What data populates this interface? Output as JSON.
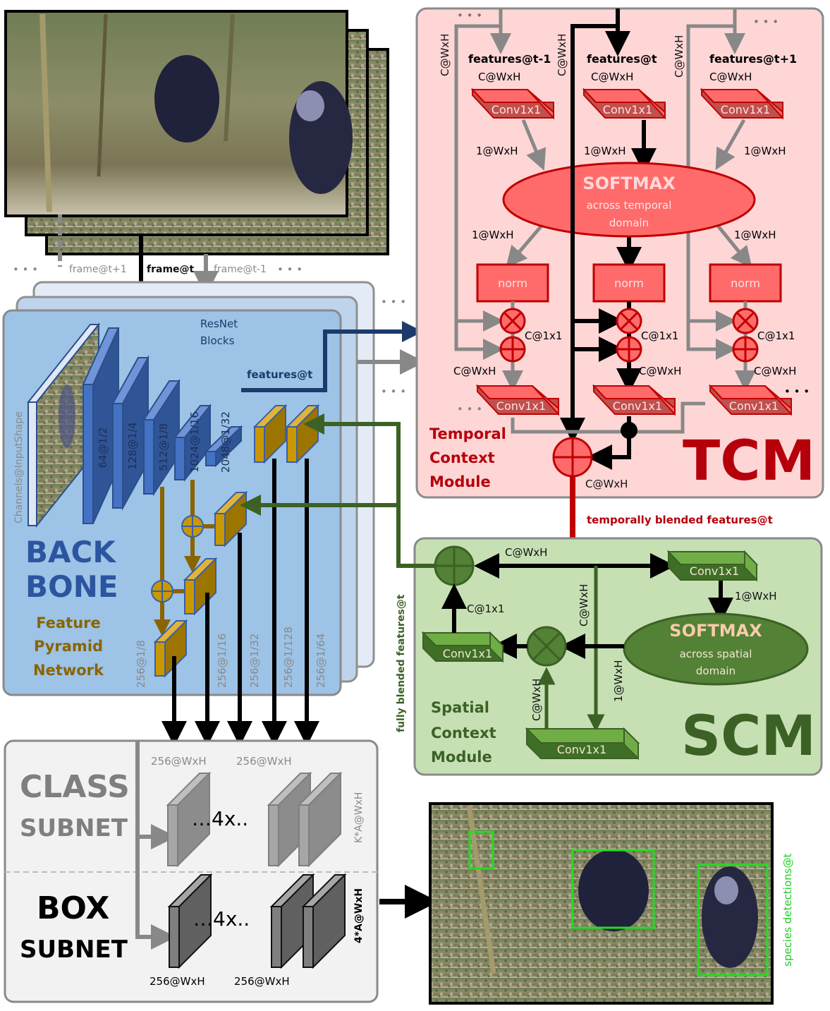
{
  "figure": {
    "input_frames": {
      "labels": [
        "frame@t+1",
        "frame@t",
        "frame@t-1"
      ],
      "ellipsis": "• • •"
    },
    "backbone": {
      "title_line1": "BACK",
      "title_line2": "BONE",
      "input_label": "Channels@InputShape",
      "resnet_label_line1": "ResNet",
      "resnet_label_line2": "Blocks",
      "resnet_blocks": [
        "64@1/2",
        "128@1/4",
        "512@1/8",
        "1024@1/16",
        "2048@1/32"
      ],
      "features_label": "features@t",
      "fpn_title": [
        "Feature",
        "Pyramid",
        "Network"
      ],
      "fpn_outputs": [
        "256@1/8",
        "256@1/16",
        "256@1/32",
        "256@1/128",
        "256@1/64"
      ],
      "ellipsis": "• • •"
    },
    "tcm": {
      "title": "TCM",
      "name_lines": [
        "Temporal",
        "Context",
        "Module"
      ],
      "columns": [
        {
          "features": "features@t-1",
          "shape": "C@WxH",
          "conv": "Conv1x1",
          "weight_in": "1@WxH",
          "weight_out": "1@WxH",
          "norm": "norm",
          "mul_shape": "C@1x1",
          "add_shape": "C@WxH",
          "out_conv": "Conv1x1"
        },
        {
          "features": "features@t",
          "shape": "C@WxH",
          "conv": "Conv1x1",
          "weight_in": "1@WxH",
          "norm": "norm",
          "mul_shape": "C@1x1",
          "add_shape": "C@WxH",
          "out_conv": "Conv1x1"
        },
        {
          "features": "features@t+1",
          "shape": "C@WxH",
          "conv": "Conv1x1",
          "weight_in": "1@WxH",
          "weight_out": "1@WxH",
          "norm": "norm",
          "mul_shape": "C@1x1",
          "add_shape": "C@WxH",
          "out_conv": "Conv1x1"
        }
      ],
      "side_shapes": [
        "C@WxH",
        "C@WxH",
        "C@WxH"
      ],
      "softmax_title": "SOFTMAX",
      "softmax_sub1": "across temporal",
      "softmax_sub2": "domain",
      "output_shape": "C@WxH",
      "ellipsis": "• • •"
    },
    "tcm_output_label": "temporally blended features@t",
    "scm": {
      "title": "SCM",
      "name_lines": [
        "Spatial",
        "Context",
        "Module"
      ],
      "top_shape": "C@WxH",
      "conv_top": "Conv1x1",
      "weight_shape": "1@WxH",
      "softmax_title": "SOFTMAX",
      "softmax_sub1": "across spatial",
      "softmax_sub2": "domain",
      "vertical_shape": "C@WxH",
      "weight_shape_vertical": "1@WxH",
      "conv_bottom": "Conv1x1",
      "mul_in_shape": "C@WxH",
      "conv_left": "Conv1x1",
      "left_shape": "C@1x1"
    },
    "scm_output_label": "fully blended features@t",
    "class_subnet": {
      "title_line1": "CLASS",
      "title_line2": "SUBNET",
      "top_labels": [
        "256@WxH",
        "256@WxH"
      ],
      "repeat_label": "…4x..",
      "output_label": "K*A@WxH"
    },
    "box_subnet": {
      "title_line1": "BOX",
      "title_line2": "SUBNET",
      "bottom_labels": [
        "256@WxH",
        "256@WxH"
      ],
      "repeat_label": "…4x..",
      "output_label": "4*A@WxH"
    },
    "output": {
      "label": "species detections@t",
      "detections": 3
    },
    "colors": {
      "tcm_bg": "#ffd6d6",
      "tcm_accent": "#c00000",
      "scm_bg": "#c6e0b4",
      "scm_accent": "#3c6125",
      "backbone_bg": "#9dc3e6",
      "resnet_blue": "#4472c4",
      "fpn_gold": "#c99800",
      "subnet_bg": "#f2f2f2",
      "detection_box": "#22dd22"
    }
  }
}
